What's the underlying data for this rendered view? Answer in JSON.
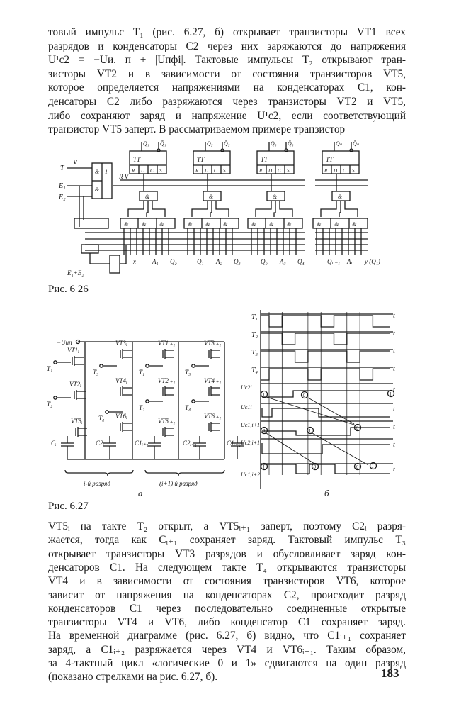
{
  "top_paragraph": [
    "товый импульс T₁ (рис. 6.27, б) открывает транзисторы VT1 всех",
    "разрядов и конденсаторы C2 через них заряжаются до напряжения",
    "U¹c2 = −Uи. п + |Uпфi|. Тактовые импульсы T₂ открывают тран-",
    "зисторы VT2 и в зависимости от состояния транзисторов VT5,",
    "которое определяется напряжениями на конденсаторах C1, кон-",
    "денсаторы C2 либо разряжаются через транзисторы VT2 и VT5,",
    "либо сохраняют заряд и напряжение U¹c2, если соответствующий",
    "транзистор VT5 заперт. В рассматриваемом примере транзистор"
  ],
  "fig626": {
    "caption": "Рис. 6 26",
    "inputs": [
      "T",
      "V",
      "E₁",
      "E₂",
      "R V",
      "E₁+E₂"
    ],
    "flipflops": [
      {
        "label": "TT",
        "q": "Q₁",
        "qbar": "Q̄₁",
        "pins": [
          "R",
          "D",
          "C",
          "S"
        ]
      },
      {
        "label": "TT",
        "q": "Q₂",
        "qbar": "Q̄₂",
        "pins": [
          "R",
          "D",
          "C",
          "S"
        ]
      },
      {
        "label": "TT",
        "q": "Q₃",
        "qbar": "Q̄₃",
        "pins": [
          "R",
          "D",
          "C",
          "S"
        ]
      },
      {
        "label": "TT",
        "q": "Qₙ",
        "qbar": "Q̄ₙ",
        "pins": [
          "R",
          "D",
          "C",
          "S"
        ]
      }
    ],
    "gate_and": "&",
    "gate_or": "1",
    "outputs": [
      "x",
      "A₁",
      "Q₂",
      "Q₁",
      "A₂",
      "Q₃",
      "Q₂",
      "A₃",
      "Q₄",
      "Qₙ₋₁",
      "Aₙ",
      "y (Q₁)"
    ]
  },
  "fig627": {
    "caption": "Рис. 6.27",
    "sub_a": "а",
    "sub_b": "б",
    "supply": "−Uип",
    "transistors": [
      "VT1ᵢ",
      "VT2ᵢ",
      "VT5ᵢ",
      "VT3ᵢ",
      "VT4ᵢ",
      "VT6ᵢ",
      "VT1ᵢ₊₁",
      "VT2ᵢ₊₁",
      "VT5ᵢ₊₁",
      "VT3ᵢ₊₁",
      "VT4ᵢ₊₁",
      "VT6ᵢ₊₁"
    ],
    "clock_inputs": [
      "T₁",
      "T₂",
      "T₃",
      "T₄",
      "T₁",
      "T₂",
      "T₃",
      "T₄"
    ],
    "capacitors": [
      "Cᵢ",
      "C2ᵢ",
      "C1ᵢ₊₁",
      "C2ᵢ₊₁",
      "C1ᵢ₊₂"
    ],
    "brackets": [
      "i-й разряд",
      "(i+1) й разряд"
    ],
    "timing": {
      "time_label": "t",
      "clocks": [
        {
          "name": "T₁",
          "low_slots": [
            0,
            4,
            8
          ]
        },
        {
          "name": "T₂",
          "low_slots": [
            1,
            5
          ]
        },
        {
          "name": "T₃",
          "low_slots": [
            2,
            6
          ]
        },
        {
          "name": "T₄",
          "low_slots": [
            -1,
            3,
            7
          ]
        }
      ],
      "voltages": [
        "Uc2i",
        "Uc1i",
        "Uc1,i+1",
        "Uc2,i+1",
        "Uc1,i+2"
      ],
      "markers": [
        "1",
        "0",
        "1",
        "0",
        "1",
        "0",
        "1",
        "0",
        "0",
        "1"
      ]
    }
  },
  "bottom_paragraph": [
    "VT5ᵢ на такте T₂ открыт, а VT5ᵢ₊₁ заперт, поэтому C2ᵢ разря-",
    "жается, тогда как Cᵢ₊₁ сохраняет заряд. Тактовый импульс T₃",
    "открывает транзисторы VT3 разрядов и обусловливает заряд кон-",
    "денсаторов C1. На следующем такте T₄ открываются транзисторы",
    "VT4 и в зависимости от состояния транзисторов VT6, которое",
    "зависит от напряжения на конденсаторах C2, происходит разряд",
    "конденсаторов C1 через последовательно соединенные открытые",
    "транзисторы VT4 и VT6, либо конденсатор C1 сохраняет заряд.",
    "На временной диаграмме (рис. 6.27, б) видно, что C1ᵢ₊₁ сохраняет",
    "заряд, а C1ᵢ₊₂ разряжается через VT4 и VT6ᵢ₊₁. Таким образом,",
    "за 4-тактный цикл «логические 0 и 1» сдвигаются на один разряд",
    "(показано стрелками на рис. 6.27, б)."
  ],
  "page_number": "183"
}
